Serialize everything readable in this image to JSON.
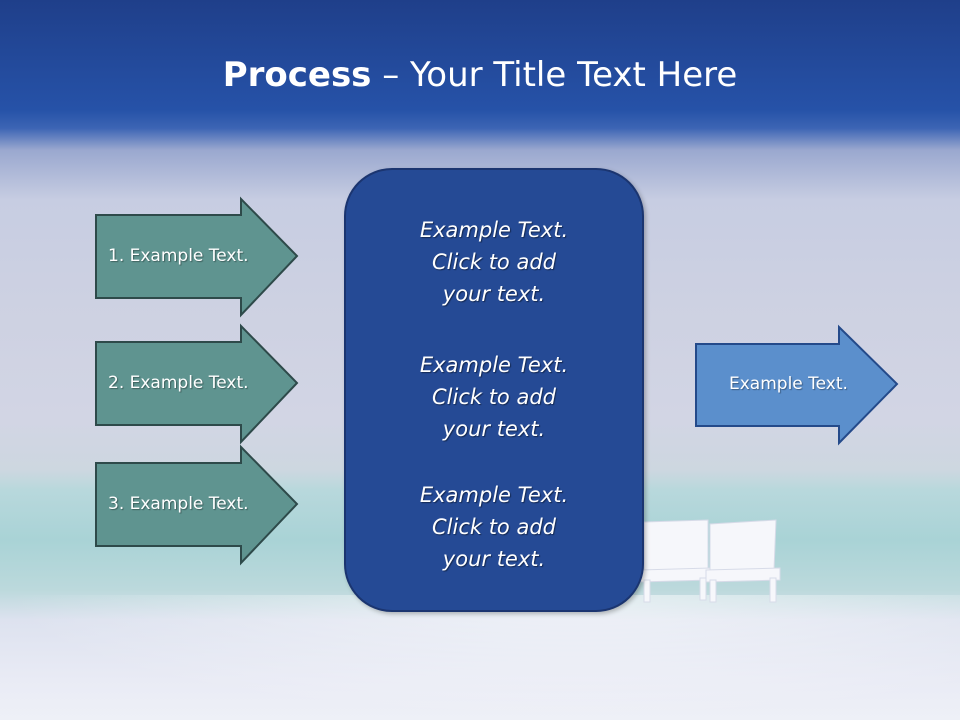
{
  "title": {
    "bold": "Process",
    "rest": " – Your Title Text Here"
  },
  "left_arrows": [
    {
      "label": "1. Example Text."
    },
    {
      "label": "2. Example Text."
    },
    {
      "label": "3. Example Text."
    }
  ],
  "center_box": {
    "items": [
      {
        "lines": [
          "Example Text.",
          "Click  to add",
          "your text."
        ]
      },
      {
        "lines": [
          "Example Text.",
          "Click  to add",
          "your text."
        ]
      },
      {
        "lines": [
          "Example Text.",
          "Click  to add",
          "your text."
        ]
      }
    ]
  },
  "right_arrow": {
    "label": "Example Text."
  },
  "colors": {
    "left_arrow_fill": "#5f9490",
    "left_arrow_stroke": "#2e4a4a",
    "center_fill": "#254a95",
    "right_arrow_fill": "#5b8fcc",
    "right_arrow_stroke": "#244a8a"
  }
}
